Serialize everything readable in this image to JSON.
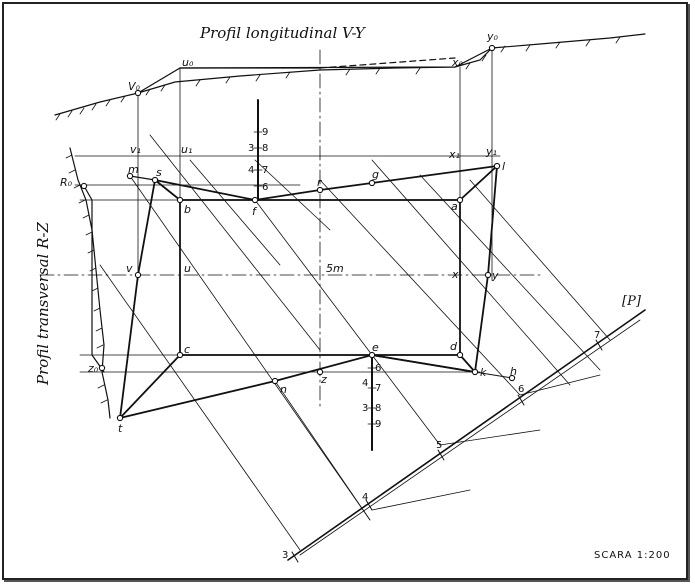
{
  "titles": {
    "longitudinal": "Profil longitudinal V-Y",
    "transversal": "Profil transversal R-Z",
    "plane": "[P]",
    "center": "5m",
    "scale": "SCARA 1:200"
  },
  "labels": {
    "V0": "V₀",
    "U0": "u₀",
    "X0": "x₀",
    "Y0": "y₀",
    "V1": "v₁",
    "U1": "u₁",
    "X1": "x₁",
    "Y1": "y₁",
    "R0": "R₀",
    "Z0": "z₀",
    "m": "m",
    "s": "s",
    "b": "b",
    "f": "f",
    "r": "r",
    "g": "g",
    "l": "l",
    "a": "a",
    "v": "v",
    "u": "u",
    "x": "x",
    "y": "y",
    "c": "c",
    "d": "d",
    "e": "e",
    "z": "z",
    "n": "n",
    "k": "k",
    "h": "h",
    "t": "t"
  },
  "top_scale": [
    "9",
    "8",
    "7",
    "6"
  ],
  "top_scale_left": [
    "3",
    "4"
  ],
  "bottom_scale": [
    "6",
    "7",
    "8",
    "9"
  ],
  "bottom_scale_left": [
    "4",
    "3"
  ],
  "p_scale": [
    "3",
    "4",
    "5",
    "6",
    "7"
  ],
  "colors": {
    "ink": "#111111",
    "paper": "#ffffff"
  }
}
